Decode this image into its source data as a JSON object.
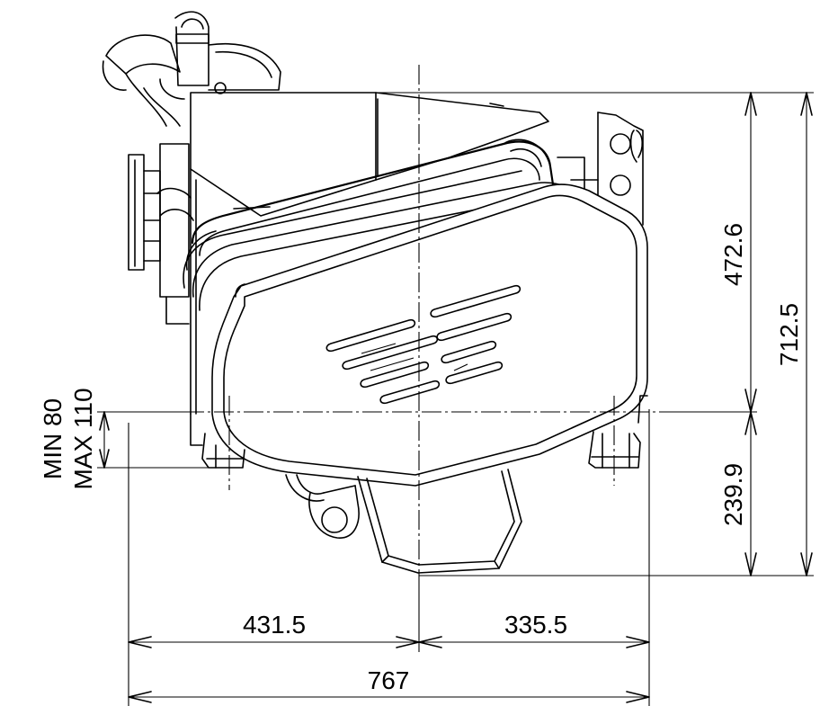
{
  "dimensions": {
    "left_width": "431.5",
    "right_width": "335.5",
    "total_width": "767",
    "upper_height": "472.6",
    "total_height": "712.5",
    "lower_height": "239.9",
    "min_label": "MIN 80",
    "max_label": "MAX 110"
  },
  "colors": {
    "line": "#000000",
    "background": "#ffffff"
  }
}
